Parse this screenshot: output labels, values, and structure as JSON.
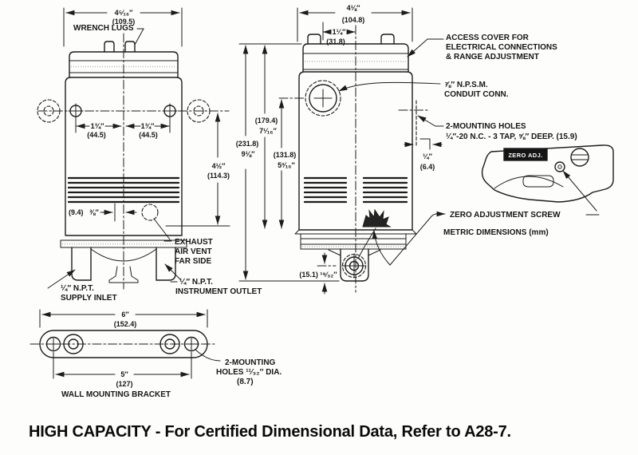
{
  "front_view": {
    "width_in": "4⁵⁄₁₆″",
    "width_mm": "(109.5)",
    "wrench_lugs": "WRENCH LUGS",
    "spacing_left_in": "1¾″",
    "spacing_left_mm": "(44.5)",
    "spacing_right_in": "1¾″",
    "spacing_right_mm": "(44.5)",
    "height_in": "4½″",
    "height_mm": "(114.3)",
    "vent_offset_mm": "(9.4)",
    "vent_offset_in": "⅜″",
    "exhaust_vent": [
      "EXHAUST",
      "AIR VENT",
      "FAR SIDE"
    ],
    "supply_inlet": [
      "¼″ N.P.T.",
      "SUPPLY INLET"
    ],
    "instrument_outlet": [
      "¼″ N.P.T.",
      "INSTRUMENT OUTLET"
    ]
  },
  "side_view": {
    "width_in": "4⅛″",
    "width_mm": "(104.8)",
    "lug_offset_in": "1¼″",
    "lug_offset_mm": "(31.8)",
    "overall_height_mm": "(231.8)",
    "overall_height_in": "9⅛″",
    "upper_height_mm": "(179.4)",
    "upper_height_in": "7¹⁄₁₆″",
    "conduit_height_mm": "(131.8)",
    "conduit_height_in": "5³⁄₁₆″",
    "access_cover": [
      "ACCESS COVER FOR",
      "ELECTRICAL CONNECTIONS",
      "& RANGE ADJUSTMENT"
    ],
    "conduit": [
      "⅞″ N.P.S.M.",
      "CONDUIT CONN."
    ],
    "mounting_holes": [
      "2-MOUNTING HOLES",
      "¼″-20 N.C. - 3 TAP, ⅝″ DEEP. (15.9)"
    ],
    "hole_offset_in": "¼″",
    "hole_offset_mm": "(6.4)",
    "bottom_dim": "(15.1) ¹⁹⁄₃₂″",
    "zero_adjustment_screw": "ZERO ADJUSTMENT SCREW",
    "metric_note": "METRIC DIMENSIONS (mm)"
  },
  "detail_view": {
    "zero_adj_label": "ZERO ADJ."
  },
  "bracket_view": {
    "width_in": "6″",
    "width_mm": "(152.4)",
    "hole_spacing_in": "5″",
    "hole_spacing_mm": "(127)",
    "title": "WALL MOUNTING BRACKET",
    "mounting_holes": [
      "2-MOUNTING",
      "HOLES ¹¹⁄₃₂″ DIA.",
      "(8.7)"
    ]
  },
  "footer": {
    "text": "HIGH CAPACITY - For Certified Dimensional Data, Refer to A28-7."
  }
}
